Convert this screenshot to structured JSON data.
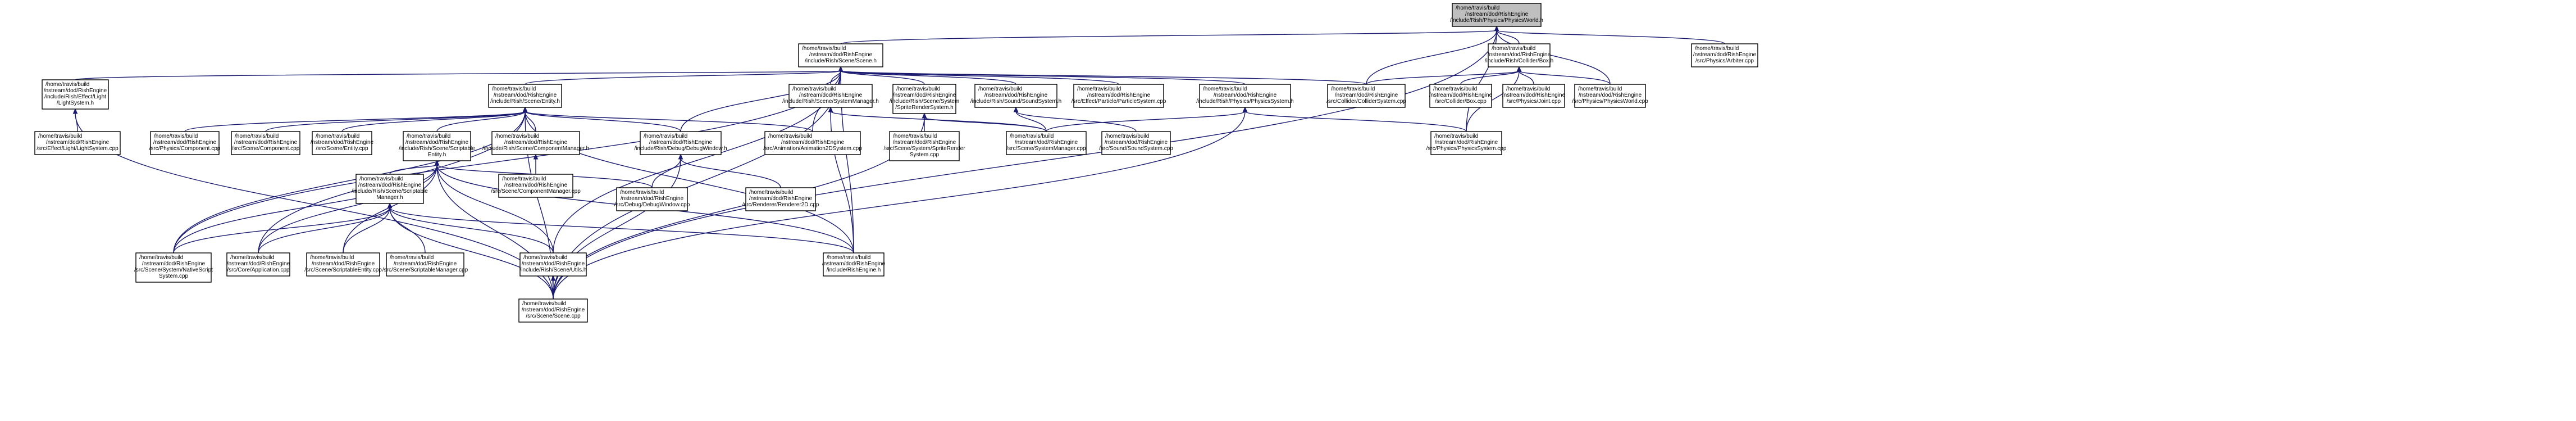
{
  "diagram": {
    "type": "include-dependency-graph",
    "colors": {
      "edge": "#191970",
      "root_fill": "#bfbfbf",
      "node_fill": "#ffffff",
      "border": "#000000"
    },
    "nodes": [
      {
        "id": "physicsworld_h",
        "root": true,
        "lines": [
          "/home/travis/build",
          "/nstream/dod/RishEngine",
          "/include/Rish/Physics/PhysicsWorld.h"
        ]
      },
      {
        "id": "scene_h",
        "lines": [
          "/home/travis/build",
          "/nstream/dod/RishEngine",
          "/include/Rish/Scene/Scene.h"
        ]
      },
      {
        "id": "collidersys_h",
        "lines": [
          "/home/travis/build",
          "/nstream/dod/RishEngine",
          "/include/Rish/Collider/Box.h"
        ]
      },
      {
        "id": "arbiter_cpp",
        "lines": [
          "/home/travis/build",
          "/nstream/dod/RishEngine",
          "/src/Physics/Arbiter.cpp"
        ]
      },
      {
        "id": "lightsystem_h",
        "lines": [
          "/home/travis/build",
          "/nstream/dod/RishEngine",
          "/include/Rish/Effect/Light",
          "/LightSystem.h"
        ]
      },
      {
        "id": "entity_h",
        "lines": [
          "/home/travis/build",
          "/nstream/dod/RishEngine",
          "/include/Rish/Scene/Entity.h"
        ]
      },
      {
        "id": "systemmanager_h",
        "lines": [
          "/home/travis/build",
          "/nstream/dod/RishEngine",
          "/include/Rish/Scene/SystemManager.h"
        ]
      },
      {
        "id": "spriterender_h",
        "lines": [
          "/home/travis/build",
          "/nstream/dod/RishEngine",
          "/include/Rish/Scene/System",
          "/SpriteRenderSystem.h"
        ]
      },
      {
        "id": "soundsystem_h",
        "lines": [
          "/home/travis/build",
          "/nstream/dod/RishEngine",
          "/include/Rish/Sound/SoundSystem.h"
        ]
      },
      {
        "id": "particlesystem_cpp",
        "lines": [
          "/home/travis/build",
          "/nstream/dod/RishEngine",
          "/src/Effect/Particle/ParticleSystem.cpp"
        ]
      },
      {
        "id": "physicssystem_h",
        "lines": [
          "/home/travis/build",
          "/nstream/dod/RishEngine",
          "/include/Rish/Physics/PhysicsSystem.h"
        ]
      },
      {
        "id": "collidersystem_cpp",
        "lines": [
          "/home/travis/build",
          "/nstream/dod/RishEngine",
          "/src/Collider/ColliderSystem.cpp"
        ]
      },
      {
        "id": "colliderbox_cpp",
        "lines": [
          "/home/travis/build",
          "/nstream/dod/RishEngine",
          "/src/Collider/Box.cpp"
        ]
      },
      {
        "id": "joint_cpp",
        "lines": [
          "/home/travis/build",
          "/nstream/dod/RishEngine",
          "/src/Physics/Joint.cpp"
        ]
      },
      {
        "id": "physicsworld_cpp",
        "lines": [
          "/home/travis/build",
          "/nstream/dod/RishEngine",
          "/src/Physics/PhysicsWorld.cpp"
        ]
      },
      {
        "id": "lightsystem_cpp",
        "lines": [
          "/home/travis/build",
          "/nstream/dod/RishEngine",
          "/src/Effect/Light/LightSystem.cpp"
        ]
      },
      {
        "id": "component_physics_cpp",
        "lines": [
          "/home/travis/build",
          "/nstream/dod/RishEngine",
          "/src/Physics/Component.cpp"
        ]
      },
      {
        "id": "component_scene_cpp",
        "lines": [
          "/home/travis/build",
          "/nstream/dod/RishEngine",
          "/src/Scene/Component.cpp"
        ]
      },
      {
        "id": "entity_cpp",
        "lines": [
          "/home/travis/build",
          "/nstream/dod/RishEngine",
          "/src/Scene/Entity.cpp"
        ]
      },
      {
        "id": "scriptableentity_h",
        "lines": [
          "/home/travis/build",
          "/nstream/dod/RishEngine",
          "/include/Rish/Scene/Scriptable",
          "Entity.h"
        ]
      },
      {
        "id": "componentmanager_h",
        "lines": [
          "/home/travis/build",
          "/nstream/dod/RishEngine",
          "/include/Rish/Scene/ComponentManager.h"
        ]
      },
      {
        "id": "debugwindow_h",
        "lines": [
          "/home/travis/build",
          "/nstream/dod/RishEngine",
          "/include/Rish/Debug/DebugWindow.h"
        ]
      },
      {
        "id": "animation2d_cpp",
        "lines": [
          "/home/travis/build",
          "/nstream/dod/RishEngine",
          "/src/Animation/Animation2DSystem.cpp"
        ]
      },
      {
        "id": "spriterender_cpp",
        "lines": [
          "/home/travis/build",
          "/nstream/dod/RishEngine",
          "/src/Scene/System/SpriteRender",
          "System.cpp"
        ]
      },
      {
        "id": "systemmanager_cpp",
        "lines": [
          "/home/travis/build",
          "/nstream/dod/RishEngine",
          "/src/Scene/SystemManager.cpp"
        ]
      },
      {
        "id": "soundsystem_cpp",
        "lines": [
          "/home/travis/build",
          "/nstream/dod/RishEngine",
          "/src/Sound/SoundSystem.cpp"
        ]
      },
      {
        "id": "physicssystem_cpp",
        "lines": [
          "/home/travis/build",
          "/nstream/dod/RishEngine",
          "/src/Physics/PhysicsSystem.cpp"
        ]
      },
      {
        "id": "componentmanager_cpp",
        "lines": [
          "/home/travis/build",
          "/nstream/dod/RishEngine",
          "/src/Scene/ComponentManager.cpp"
        ]
      },
      {
        "id": "scriptablemanager_h",
        "lines": [
          "/home/travis/build",
          "/nstream/dod/RishEngine",
          "/include/Rish/Scene/Scriptable",
          "Manager.h"
        ]
      },
      {
        "id": "debugwindow_cpp",
        "lines": [
          "/home/travis/build",
          "/nstream/dod/RishEngine",
          "/src/Debug/DebugWindow.cpp"
        ]
      },
      {
        "id": "renderer2d_cpp",
        "lines": [
          "/home/travis/build",
          "/nstream/dod/RishEngine",
          "/src/Renderer/Renderer2D.cpp"
        ]
      },
      {
        "id": "nativescript_cpp",
        "lines": [
          "/home/travis/build",
          "/nstream/dod/RishEngine",
          "/src/Scene/System/NativeScript",
          "System.cpp"
        ]
      },
      {
        "id": "application_cpp",
        "lines": [
          "/home/travis/build",
          "/nstream/dod/RishEngine",
          "/src/Core/Application.cpp"
        ]
      },
      {
        "id": "scriptableentity_cpp",
        "lines": [
          "/home/travis/build",
          "/nstream/dod/RishEngine",
          "/src/Scene/ScriptableEntity.cpp"
        ]
      },
      {
        "id": "scriptablemanager_cpp",
        "lines": [
          "/home/travis/build",
          "/nstream/dod/RishEngine",
          "/src/Scene/ScriptableManager.cpp"
        ]
      },
      {
        "id": "sceneutils_h",
        "lines": [
          "/home/travis/build",
          "/nstream/dod/RishEngine",
          "/include/Rish/Scene/Utils.h"
        ]
      },
      {
        "id": "rishengine_h",
        "lines": [
          "/home/travis/build",
          "/nstream/dod/RishEngine",
          "/include/RishEngine.h"
        ]
      },
      {
        "id": "scene_cpp",
        "lines": [
          "/home/travis/build",
          "/nstream/dod/RishEngine",
          "/src/Scene/Scene.cpp"
        ]
      }
    ],
    "edges": [
      [
        "scene_h",
        "physicsworld_h"
      ],
      [
        "collidersys_h",
        "physicsworld_h"
      ],
      [
        "arbiter_cpp",
        "physicsworld_h"
      ],
      [
        "collidersystem_cpp",
        "physicsworld_h"
      ],
      [
        "physicsworld_cpp",
        "physicsworld_h"
      ],
      [
        "physicssystem_cpp",
        "physicsworld_h"
      ],
      [
        "scene_cpp",
        "physicsworld_h"
      ],
      [
        "lightsystem_h",
        "scene_h"
      ],
      [
        "entity_h",
        "scene_h"
      ],
      [
        "systemmanager_h",
        "scene_h"
      ],
      [
        "spriterender_h",
        "scene_h"
      ],
      [
        "soundsystem_h",
        "scene_h"
      ],
      [
        "particlesystem_cpp",
        "scene_h"
      ],
      [
        "physicssystem_h",
        "scene_h"
      ],
      [
        "collidersystem_cpp",
        "scene_h"
      ],
      [
        "debugwindow_h",
        "scene_h"
      ],
      [
        "animation2d_cpp",
        "scene_h"
      ],
      [
        "nativescript_cpp",
        "scene_h"
      ],
      [
        "sceneutils_h",
        "scene_h"
      ],
      [
        "rishengine_h",
        "scene_h"
      ],
      [
        "scene_cpp",
        "scene_h"
      ],
      [
        "collidersystem_cpp",
        "collidersys_h"
      ],
      [
        "colliderbox_cpp",
        "collidersys_h"
      ],
      [
        "joint_cpp",
        "collidersys_h"
      ],
      [
        "physicsworld_cpp",
        "collidersys_h"
      ],
      [
        "physicssystem_cpp",
        "collidersys_h"
      ],
      [
        "lightsystem_cpp",
        "lightsystem_h"
      ],
      [
        "scene_cpp",
        "lightsystem_h"
      ],
      [
        "component_physics_cpp",
        "entity_h"
      ],
      [
        "component_scene_cpp",
        "entity_h"
      ],
      [
        "entity_cpp",
        "entity_h"
      ],
      [
        "scriptableentity_h",
        "entity_h"
      ],
      [
        "componentmanager_h",
        "entity_h"
      ],
      [
        "debugwindow_h",
        "entity_h"
      ],
      [
        "animation2d_cpp",
        "entity_h"
      ],
      [
        "nativescript_cpp",
        "entity_h"
      ],
      [
        "application_cpp",
        "entity_h"
      ],
      [
        "rishengine_h",
        "entity_h"
      ],
      [
        "scene_cpp",
        "entity_h"
      ],
      [
        "systemmanager_cpp",
        "systemmanager_h"
      ],
      [
        "rishengine_h",
        "systemmanager_h"
      ],
      [
        "spriterender_cpp",
        "spriterender_h"
      ],
      [
        "systemmanager_cpp",
        "spriterender_h"
      ],
      [
        "scene_cpp",
        "spriterender_h"
      ],
      [
        "systemmanager_cpp",
        "soundsystem_h"
      ],
      [
        "soundsystem_cpp",
        "soundsystem_h"
      ],
      [
        "systemmanager_cpp",
        "physicssystem_h"
      ],
      [
        "physicssystem_cpp",
        "physicssystem_h"
      ],
      [
        "scene_cpp",
        "physicssystem_h"
      ],
      [
        "componentmanager_cpp",
        "componentmanager_h"
      ],
      [
        "scriptablemanager_h",
        "scriptableentity_h"
      ],
      [
        "debugwindow_cpp",
        "scriptableentity_h"
      ],
      [
        "nativescript_cpp",
        "scriptableentity_h"
      ],
      [
        "application_cpp",
        "scriptableentity_h"
      ],
      [
        "scriptableentity_cpp",
        "scriptableentity_h"
      ],
      [
        "sceneutils_h",
        "scriptableentity_h"
      ],
      [
        "rishengine_h",
        "scriptableentity_h"
      ],
      [
        "scene_cpp",
        "scriptableentity_h"
      ],
      [
        "nativescript_cpp",
        "scriptablemanager_h"
      ],
      [
        "application_cpp",
        "scriptablemanager_h"
      ],
      [
        "scriptableentity_cpp",
        "scriptablemanager_h"
      ],
      [
        "scriptablemanager_cpp",
        "scriptablemanager_h"
      ],
      [
        "sceneutils_h",
        "scriptablemanager_h"
      ],
      [
        "rishengine_h",
        "scriptablemanager_h"
      ],
      [
        "scene_cpp",
        "scriptablemanager_h"
      ],
      [
        "debugwindow_cpp",
        "debugwindow_h"
      ],
      [
        "renderer2d_cpp",
        "debugwindow_h"
      ],
      [
        "scene_cpp",
        "debugwindow_h"
      ],
      [
        "scene_cpp",
        "sceneutils_h"
      ]
    ]
  }
}
